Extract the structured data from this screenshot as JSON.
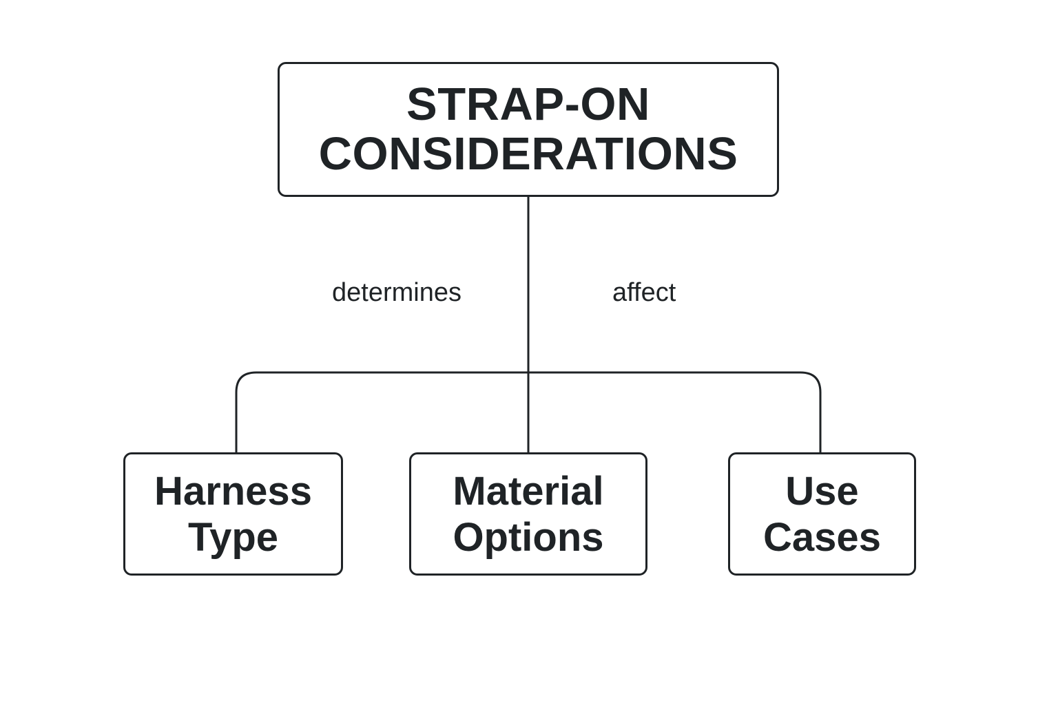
{
  "diagram": {
    "root": {
      "line1": "STRAP-ON",
      "line2": "CONSIDERATIONS"
    },
    "edge_labels": {
      "left": "determines",
      "right": "affect"
    },
    "children": [
      {
        "line1": "Harness",
        "line2": "Type"
      },
      {
        "line1": "Material",
        "line2": "Options"
      },
      {
        "line1": "Use",
        "line2": "Cases"
      }
    ],
    "colors": {
      "stroke": "#1f2326",
      "text": "#1f2326",
      "background": "#ffffff"
    }
  }
}
